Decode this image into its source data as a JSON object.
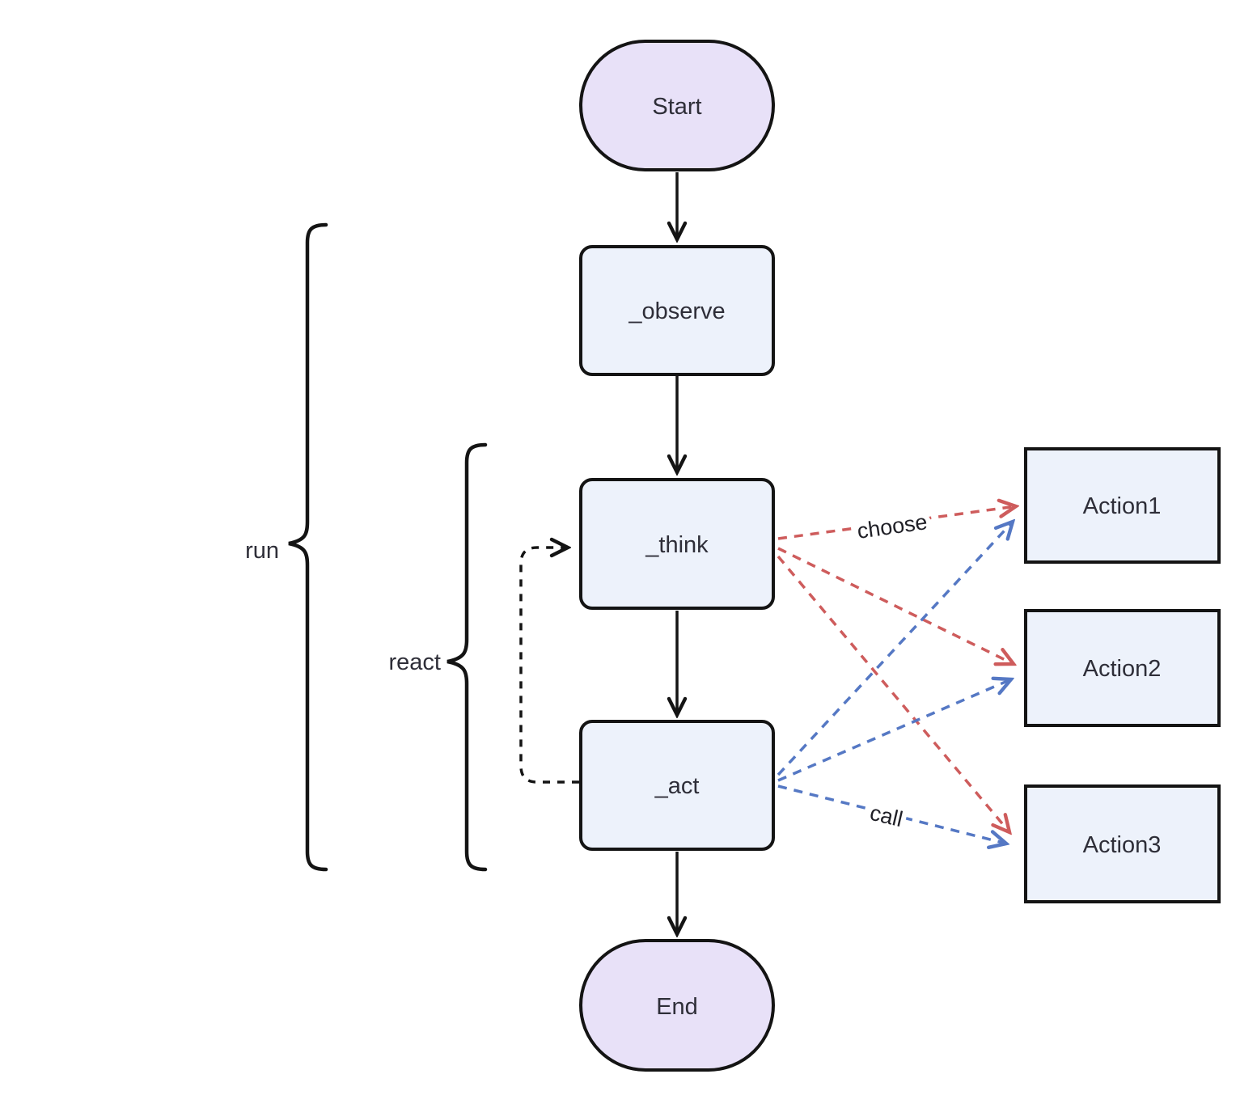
{
  "nodes": {
    "start": {
      "label": "Start",
      "shape": "stadium"
    },
    "observe": {
      "label": "_observe",
      "shape": "rounded-rect"
    },
    "think": {
      "label": "_think",
      "shape": "rounded-rect"
    },
    "act": {
      "label": "_act",
      "shape": "rounded-rect"
    },
    "end": {
      "label": "End",
      "shape": "stadium"
    },
    "action1": {
      "label": "Action1",
      "shape": "rect"
    },
    "action2": {
      "label": "Action2",
      "shape": "rect"
    },
    "action3": {
      "label": "Action3",
      "shape": "rect"
    }
  },
  "edge_labels": {
    "choose": "choose",
    "call": "call"
  },
  "brace_labels": {
    "run": "run",
    "react": "react"
  },
  "colors": {
    "stadium_fill": "#e8e1f8",
    "process_fill": "#edf2fb",
    "border": "#141414",
    "text": "#2e2e38",
    "edge_red": "#ce5c5c",
    "edge_blue": "#5578c4",
    "edge_black": "#141414",
    "background": "#ffffff"
  }
}
